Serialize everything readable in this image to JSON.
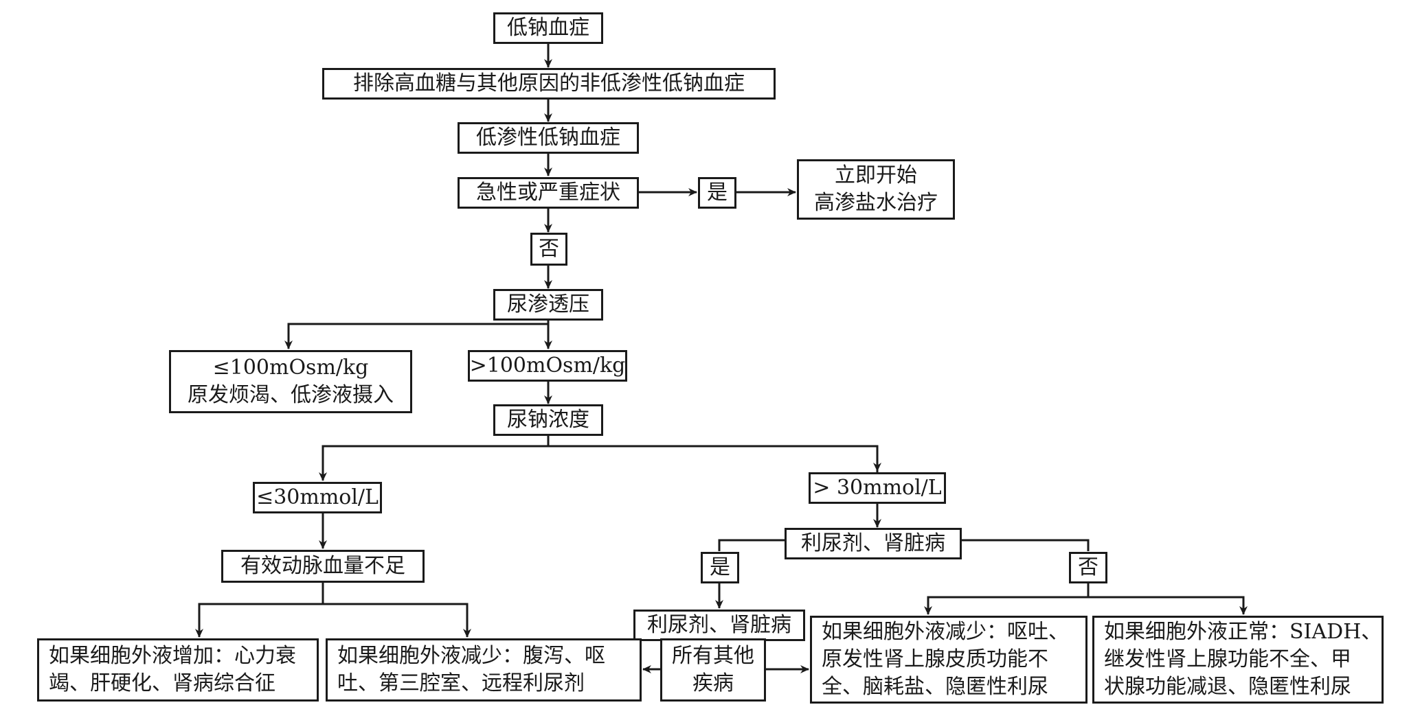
{
  "nodes": {
    "hyponatremia": "低钠血症",
    "exclude_non_hypotonic": "排除高血糖与其他原因的非低渗性低钠血症",
    "hypotonic_hyponatremia": "低渗性低钠血症",
    "acute_severe_symptoms": "急性或严重症状",
    "yes_1": "是",
    "immediate_treatment_l1": "立即开始",
    "immediate_treatment_l2": "高渗盐水治疗",
    "no_1": "否",
    "urine_osmolality": "尿渗透压",
    "low_osm_l1": "≤100mOsm/kg",
    "low_osm_l2": "原发烦渴、低渗液摄入",
    "high_osm": ">100mOsm/kg",
    "urine_sodium": "尿钠浓度",
    "low_na": "≤30mmol/L",
    "high_na": "> 30mmol/L",
    "effective_arterial_volume": "有效动脉血量不足",
    "diuretic_kidney": "利尿剂、肾脏病",
    "yes_2": "是",
    "no_2": "否",
    "diuretic_kidney_result": "利尿剂、肾脏病",
    "ecf_increased_l1": "如果细胞外液增加：心力衰",
    "ecf_increased_l2": "竭、肝硬化、肾病综合征",
    "ecf_decreased_a_l1": "如果细胞外液减少：腹泻、呕",
    "ecf_decreased_a_l2": "吐、第三腔室、远程利尿剂",
    "all_other_l1": "所有其他",
    "all_other_l2": "疾病",
    "ecf_decreased_b_l1": "如果细胞外液减少：呕吐、",
    "ecf_decreased_b_l2": "原发性肾上腺皮质功能不",
    "ecf_decreased_b_l3": "全、脑耗盐、隐匿性利尿",
    "ecf_normal_l1": "如果细胞外液正常：SIADH、",
    "ecf_normal_l2": "继发性肾上腺功能不全、甲",
    "ecf_normal_l3": "状腺功能减退、隐匿性利尿"
  },
  "colors": {
    "line": "#1a1a1a",
    "background": "#ffffff"
  }
}
